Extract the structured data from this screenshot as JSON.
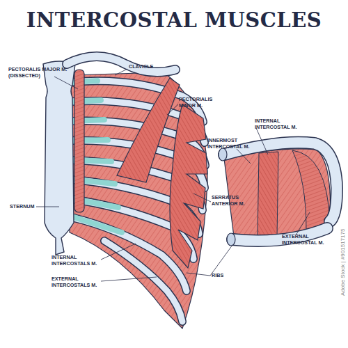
{
  "diagram": {
    "title": "INTERCOSTAL MUSCLES",
    "labels": [
      "PECTORALIS MAJOR M. (DISSECTED)",
      "CLAVICLE",
      "PECTORIALIS MINOR M.",
      "INTERNAL INTERCOSTAL M.",
      "INNERMOST INTERCOSTAL M.",
      "STERNUM",
      "SERRATUS ANTERIOR M.",
      "INTERNAL INTERCOSTALS M.",
      "EXTERNAL INTERCOSTALS M.",
      "RIBS",
      "EXTERNAL INTERCOSTAL M.",
      "Adobe Stock | #901517175"
    ]
  }
}
